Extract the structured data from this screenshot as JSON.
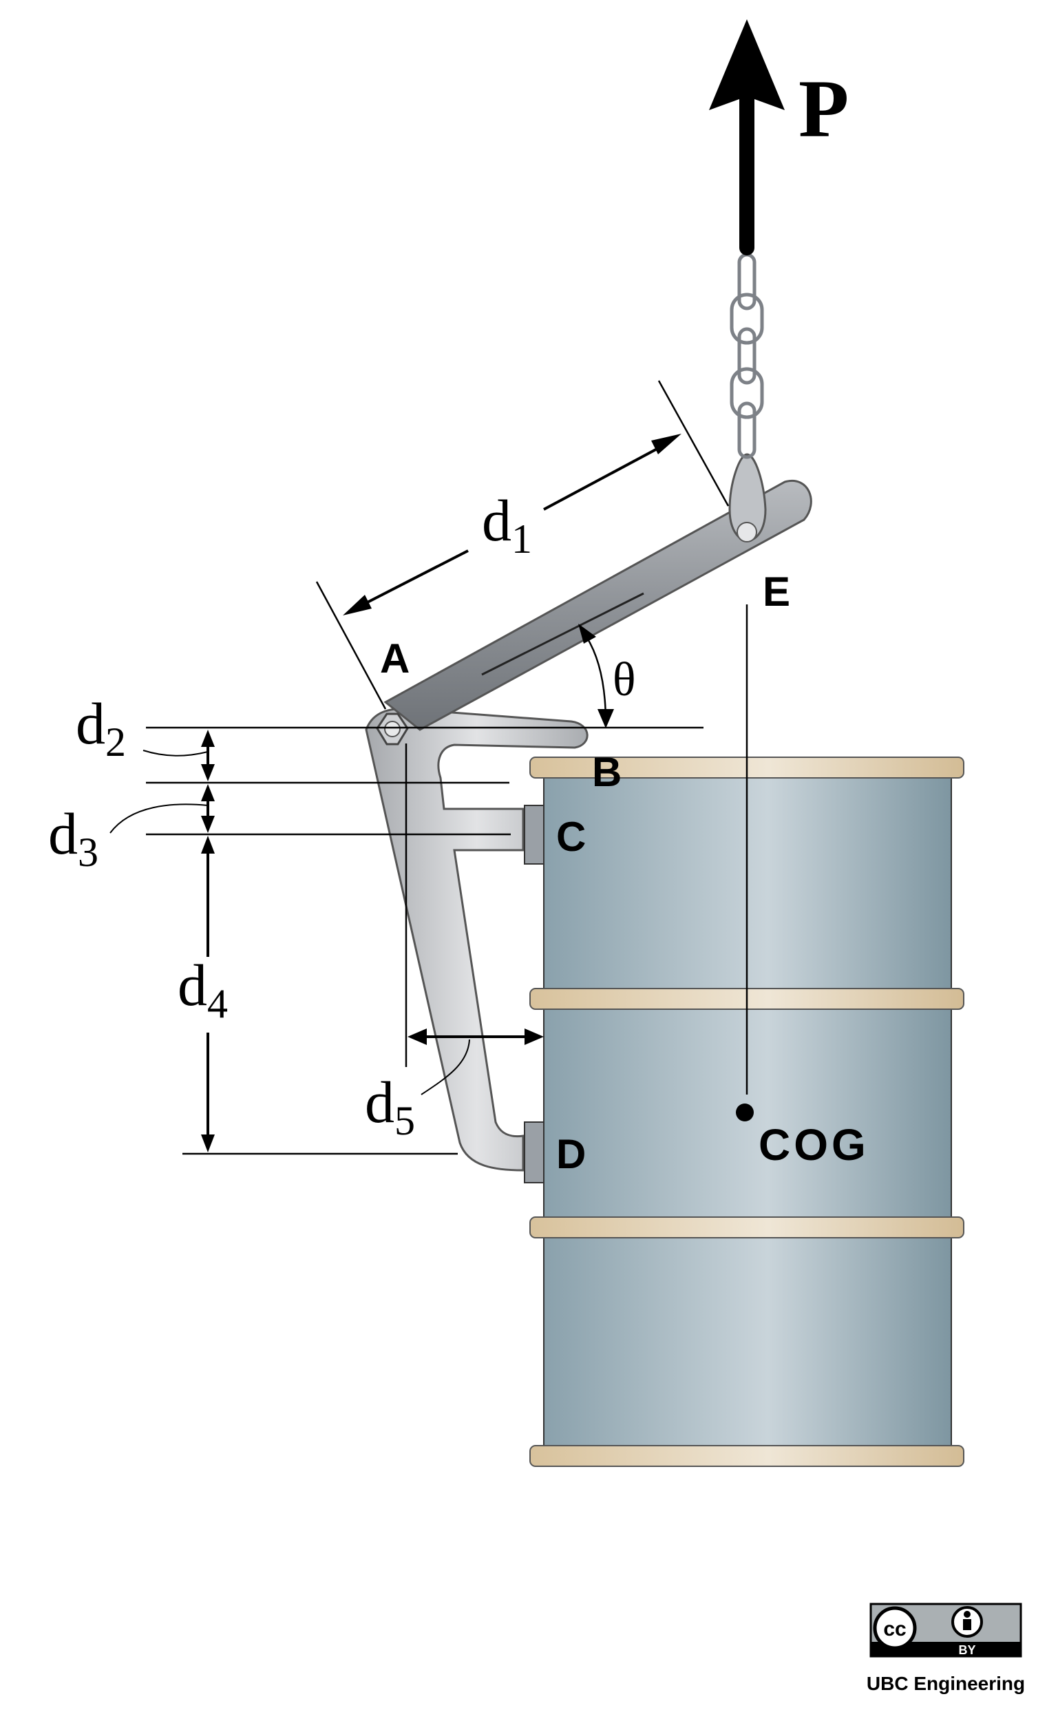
{
  "figure": {
    "force_label": "P",
    "points": {
      "A": "A",
      "B": "B",
      "C": "C",
      "D": "D",
      "E": "E",
      "COG": "COG"
    },
    "angle_label": "θ",
    "dimensions": {
      "d1": {
        "base": "d",
        "sub": "1"
      },
      "d2": {
        "base": "d",
        "sub": "2"
      },
      "d3": {
        "base": "d",
        "sub": "3"
      },
      "d4": {
        "base": "d",
        "sub": "4"
      },
      "d5": {
        "base": "d",
        "sub": "5"
      }
    }
  },
  "license": {
    "cc_label": "cc",
    "by_label": "BY",
    "credit": "UBC Engineering"
  },
  "colors": {
    "drum": "#9fb3bd",
    "drum_band": "#e3d3b6",
    "lever": "#8e9297",
    "clamp": "#c9cbce",
    "ink": "#000000"
  }
}
